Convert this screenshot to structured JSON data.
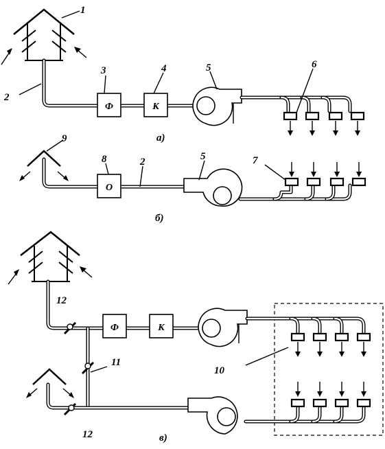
{
  "labels": {
    "n1": "1",
    "n2a": "2",
    "n2b": "2",
    "n3": "3",
    "n4": "4",
    "n5a": "5",
    "n5b": "5",
    "n6": "6",
    "n7": "7",
    "n8": "8",
    "n9": "9",
    "n10": "10",
    "n11": "11",
    "n12a": "12",
    "n12b": "12"
  },
  "boxes": {
    "filter_a": "Ф",
    "cooler_a": "К",
    "heater_b": "О",
    "filter_c": "Ф",
    "cooler_c": "К"
  },
  "captions": {
    "a": "а)",
    "b": "б)",
    "c": "в)"
  }
}
